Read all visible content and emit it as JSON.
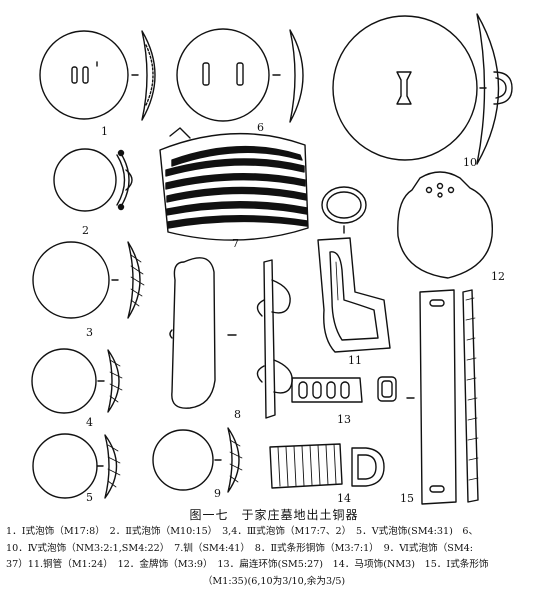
{
  "figure": {
    "title": "图一七　于家庄墓地出土铜器",
    "legend_lines": [
      "1．Ⅰ式泡饰（M17:8）　2．Ⅱ式泡饰（M10:15）　3,4．Ⅲ式泡饰（M17:7、2）　5．Ⅴ式泡饰(SM4:31)　6、",
      "10．Ⅳ式泡饰（NM3:2:1,SM4:22）　7.钏（SM4:41）　8．Ⅱ式条形铜饰（M3:7:1）　9．Ⅵ式泡饰（SM4:",
      "37）11.铜管（M1:24）　12．金牌饰（M3:9）　13．扁连环饰(SM5:27)　14．马项饰(NM3)　15．Ⅰ式条形饰",
      "（M1:35)(6,10为3/10,余为3/5)"
    ],
    "item_numbers": [
      "1",
      "2",
      "3",
      "4",
      "5",
      "6",
      "7",
      "8",
      "9",
      "10",
      "11",
      "12",
      "13",
      "14",
      "15"
    ]
  }
}
